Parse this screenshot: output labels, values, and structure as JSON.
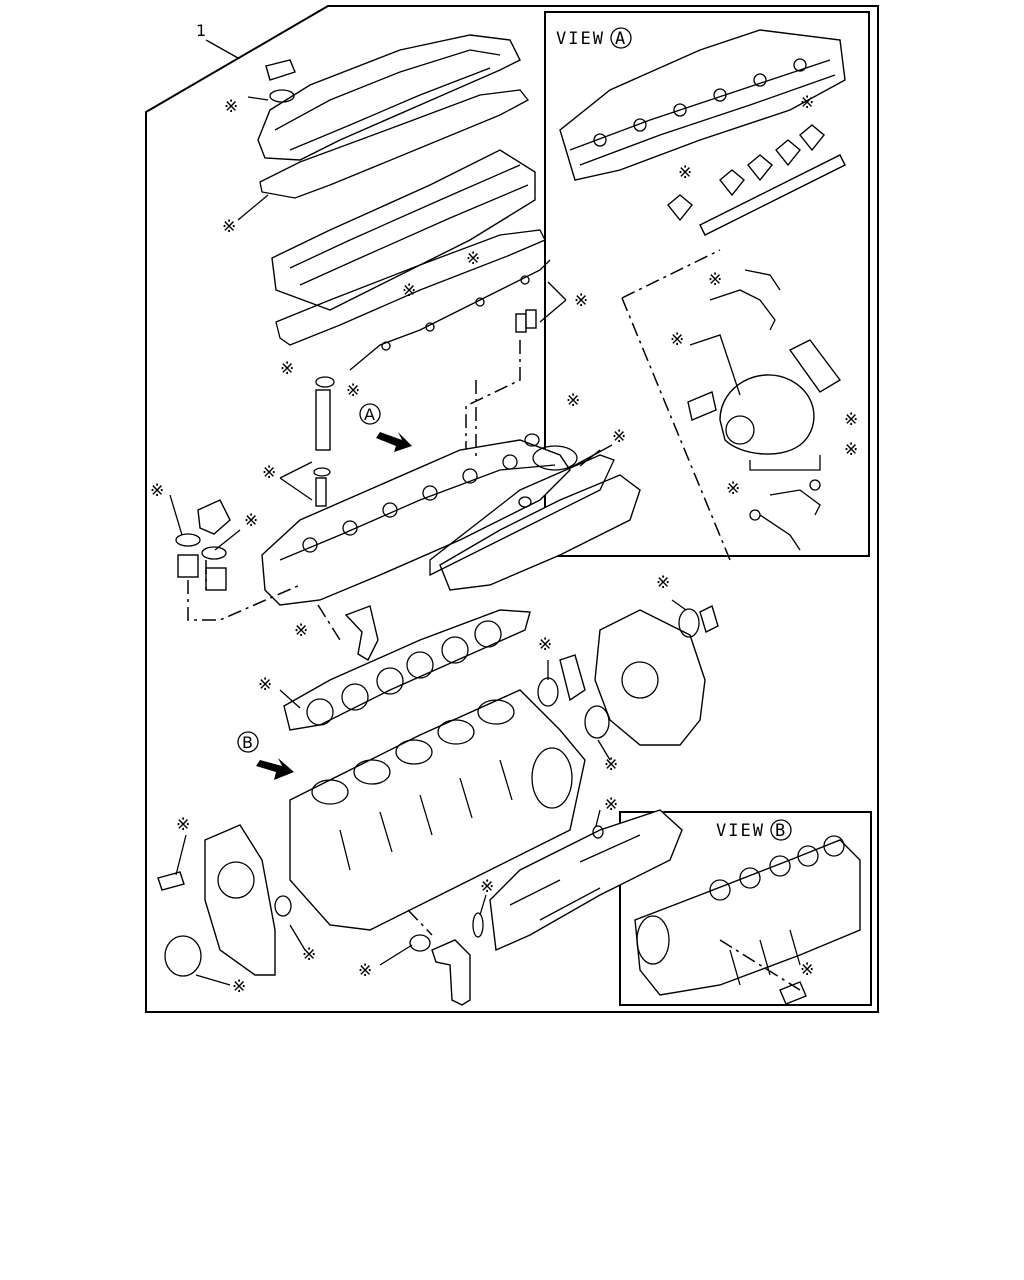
{
  "callout_number": "1",
  "view_a_title": "VIEW",
  "view_a_letter": "A",
  "view_b_title": "VIEW",
  "view_b_letter": "B",
  "ref_a_letter": "A",
  "ref_b_letter": "B",
  "asterisk": "※"
}
